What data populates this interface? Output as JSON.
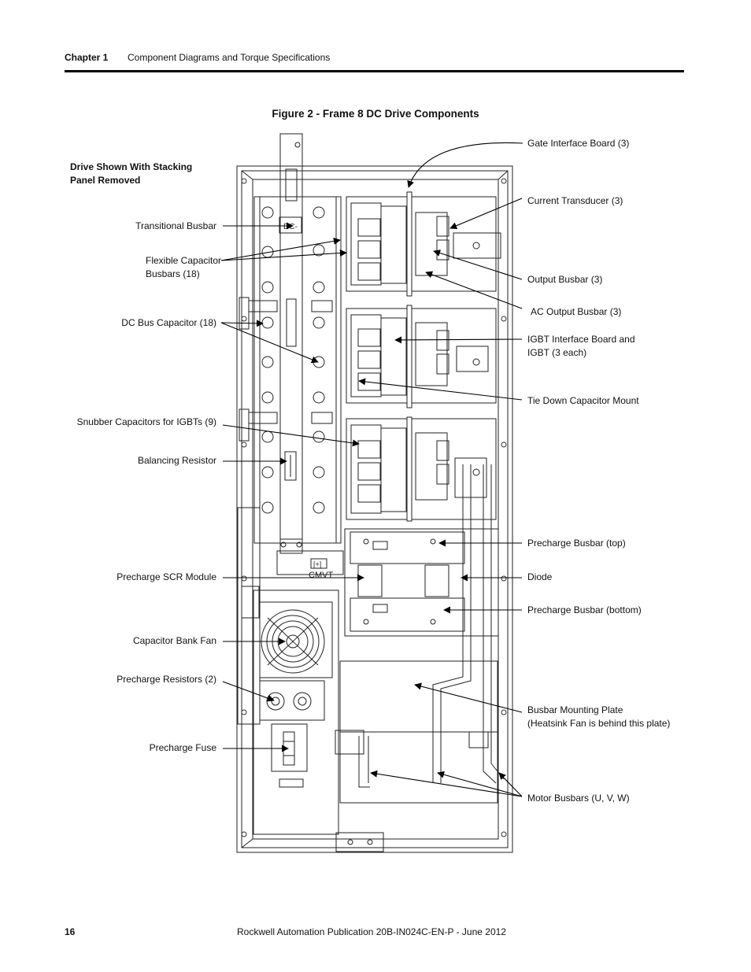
{
  "header": {
    "chapter": "Chapter 1",
    "title": "Component Diagrams and Torque Specifications"
  },
  "figure": {
    "title": "Figure 2 - Frame 8 DC Drive Components",
    "note_line1": "Drive Shown With Stacking",
    "note_line2": "Panel Removed",
    "left_labels": [
      "Transitional Busbar",
      "Flexible Capacitor",
      "Busbars (18)",
      "DC Bus Capacitor (18)",
      "Snubber Capacitors for IGBTs (9)",
      "Balancing Resistor",
      "Precharge SCR Module",
      "Capacitor Bank Fan",
      "Precharge Resistors (2)",
      "Precharge Fuse"
    ],
    "right_labels": [
      "Gate Interface Board (3)",
      "Current Transducer (3)",
      "Output Busbar (3)",
      "AC Output Busbar (3)",
      "IGBT Interface Board and",
      "IGBT (3 each)",
      "Tie Down Capacitor Mount",
      "Precharge Busbar (top)",
      "Diode",
      "Precharge Busbar (bottom)",
      "Busbar Mounting Plate",
      "(Heatsink Fan is behind this plate)",
      "Motor Busbars (U, V, W)"
    ],
    "drawing_text": {
      "dc": "DC-",
      "cmvt": "CMVT",
      "scr_mark": "[+]"
    }
  },
  "footer": {
    "page": "16",
    "publication": "Rockwell Automation Publication 20B-IN024C-EN-P - June 2012"
  }
}
